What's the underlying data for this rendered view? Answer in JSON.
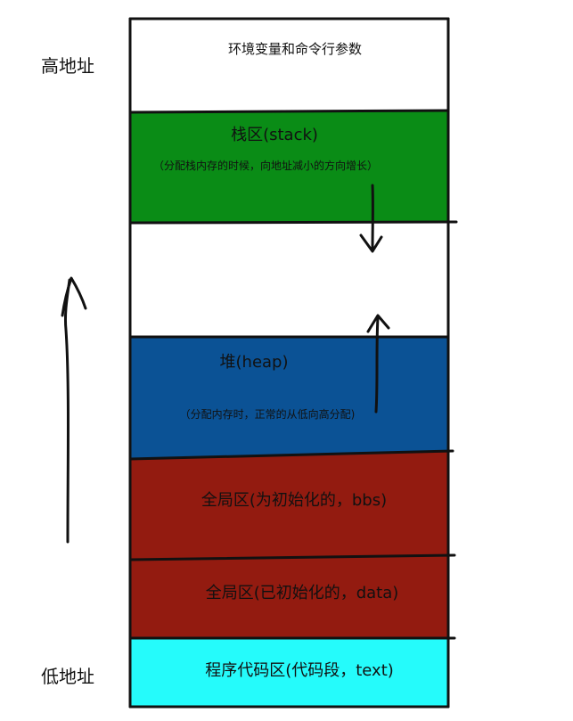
{
  "side_labels": {
    "high": "高地址",
    "low": "低地址"
  },
  "segments": {
    "env": {
      "label": "环境变量和命令行参数",
      "color": "#ffffff"
    },
    "stack": {
      "label": "栈区(stack)",
      "note": "（分配栈内存的时候，向地址减小的方向增长）",
      "color": "#0a8c16"
    },
    "gap": {
      "color": "#ffffff"
    },
    "heap": {
      "label": "堆(heap)",
      "note": "（分配内存时，正常的从低向高分配)",
      "color": "#0b5295"
    },
    "bss": {
      "label": "全局区(为初始化的，bbs)",
      "color": "#931b10"
    },
    "data": {
      "label": "全局区(已初始化的，data)",
      "color": "#931b10"
    },
    "text": {
      "label": "程序代码区(代码段，text)",
      "color": "#25fbfb"
    }
  },
  "line_color": "#111111"
}
